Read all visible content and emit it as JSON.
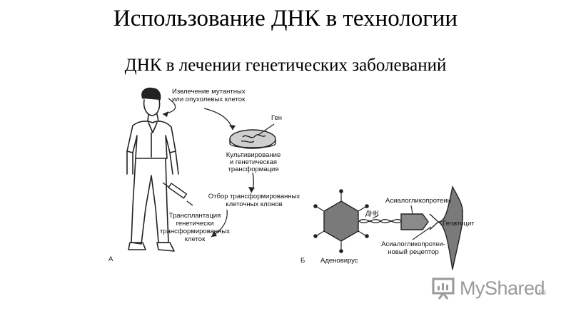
{
  "title": "Использование ДНК в технологии",
  "subtitle": "ДНК в лечении генетических заболеваний",
  "panel_a": {
    "letter": "А",
    "extraction": [
      "Извлечение мутантных",
      "или опухолевых клеток"
    ],
    "gene": "Ген",
    "cultivation": [
      "Культивирование",
      "и генетическая",
      "трансформация"
    ],
    "selection": [
      "Отбор трансформированных",
      "клеточных клонов"
    ],
    "transplant": [
      "Трансплантация",
      "генетически",
      "трансформированных",
      "клеток"
    ]
  },
  "panel_b": {
    "letter": "Б",
    "adenovirus": "Аденовирус",
    "dna": "ДНК",
    "asialo": "Асиалогликопротеин",
    "hepatocyte": "Гепатоцит",
    "receptor": [
      "Асиалогликопротеи-",
      "новый рецептор"
    ]
  },
  "watermark": {
    "text": "MyShared",
    "sub": "ru",
    "icon": "presentation-board-icon"
  }
}
